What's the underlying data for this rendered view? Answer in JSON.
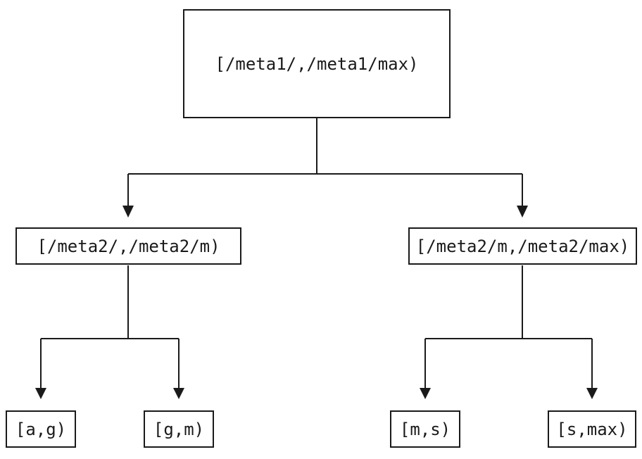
{
  "diagram": {
    "type": "tree",
    "background_color": "#ffffff",
    "line_color": "#1a1a1a",
    "text_color": "#1a1a1a",
    "nodes": {
      "root": {
        "label": "[/meta1/,/meta1/max)"
      },
      "left": {
        "label": "[/meta2/,/meta2/m)"
      },
      "right": {
        "label": "[/meta2/m,/meta2/max)"
      },
      "leaf_ag": {
        "label": "[a,g)"
      },
      "leaf_gm": {
        "label": "[g,m)"
      },
      "leaf_ms": {
        "label": "[m,s)"
      },
      "leaf_smax": {
        "label": "[s,max)"
      }
    },
    "edges": [
      {
        "from": "root",
        "to": "left"
      },
      {
        "from": "root",
        "to": "right"
      },
      {
        "from": "left",
        "to": "leaf_ag"
      },
      {
        "from": "left",
        "to": "leaf_gm"
      },
      {
        "from": "right",
        "to": "leaf_ms"
      },
      {
        "from": "right",
        "to": "leaf_smax"
      }
    ]
  }
}
